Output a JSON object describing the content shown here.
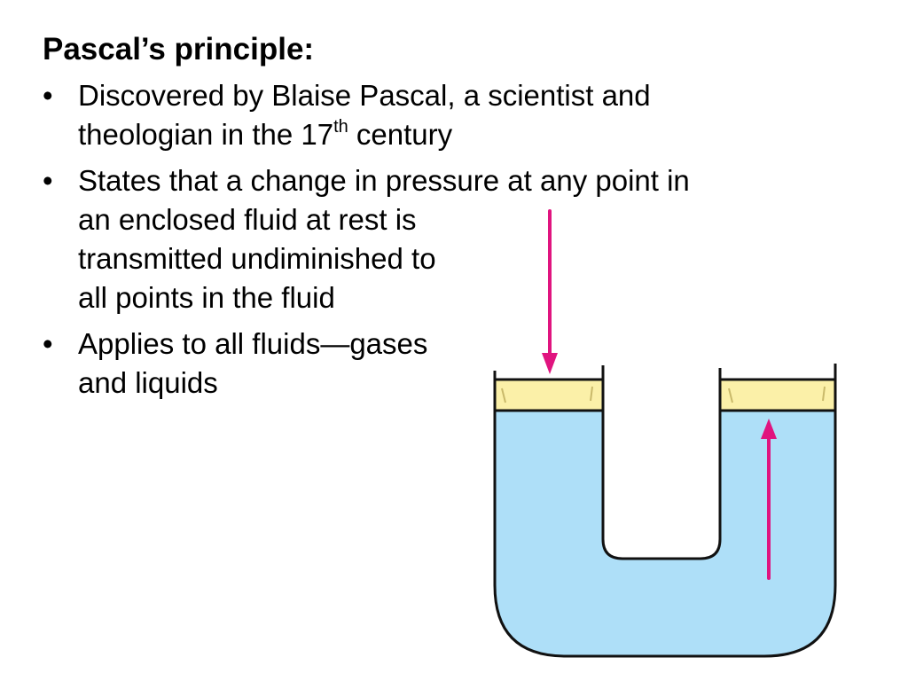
{
  "slide": {
    "title": "Pascal’s principle:",
    "bullet_symbol": "•",
    "bullets": [
      {
        "line1": "Discovered by Blaise Pascal, a scientist and",
        "line2_prefix": "theologian in the 17",
        "line2_sup": "th",
        "line2_suffix": " century"
      },
      {
        "lines": [
          "States that a change in pressure at any point in",
          "an enclosed fluid at rest is",
          "transmitted undiminished to",
          "all points in the fluid"
        ]
      },
      {
        "lines": [
          "Applies to all fluids—gases",
          "and liquids"
        ]
      }
    ]
  },
  "diagram": {
    "icon": "u-tube-hydraulic-icon",
    "colors": {
      "fluid": "#aedff8",
      "piston": "#fbf0a8",
      "arrow": "#e0147f",
      "outline": "#111111"
    }
  }
}
